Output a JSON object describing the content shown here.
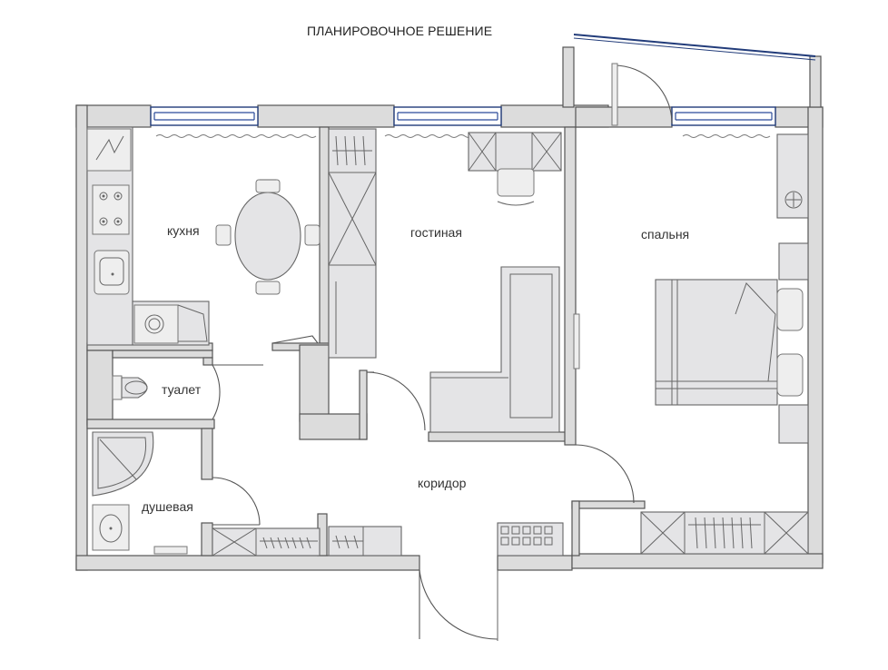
{
  "title": "ПЛАНИРОВОЧНОЕ РЕШЕНИЕ",
  "rooms": {
    "kitchen": "кухня",
    "living": "гостиная",
    "bedroom": "спальня",
    "toilet": "туалет",
    "shower": "душевая",
    "corridor": "коридор"
  },
  "colors": {
    "wall": "#dcdcdc",
    "furniture": "#e4e4e6",
    "window_frame": "#223c7a"
  },
  "icons": [
    "hob-icon",
    "sink-icon",
    "washing-machine-icon",
    "toilet-icon",
    "shower-tray-icon",
    "bed-icon",
    "sofa-icon",
    "dining-table-icon",
    "desk-icon",
    "wardrobe-icon",
    "shoe-rack-icon"
  ]
}
